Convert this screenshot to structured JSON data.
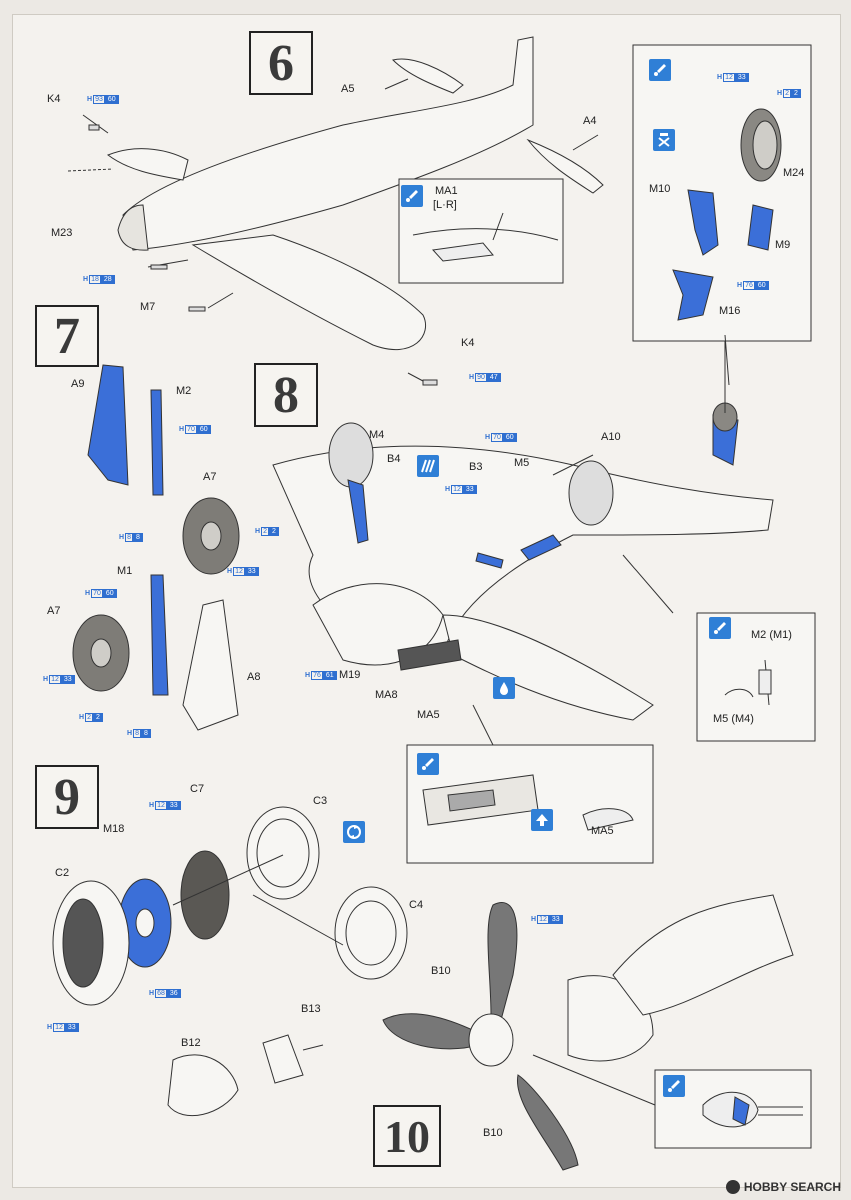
{
  "steps": {
    "s6": "6",
    "s7": "7",
    "s8": "8",
    "s9": "9",
    "s10": "10"
  },
  "parts": {
    "k4_top": "K4",
    "m23": "M23",
    "m7": "M7",
    "a5": "A5",
    "a4": "A4",
    "k4_bottom": "K4",
    "ma1": "MA1",
    "ma1_sub": "[L·R]",
    "m24": "M24",
    "m10": "M10",
    "m9": "M9",
    "m16": "M16",
    "a9": "A9",
    "m2": "M2",
    "a7_top": "A7",
    "m1": "M1",
    "a7_bottom": "A7",
    "a8": "A8",
    "m4": "M4",
    "b4": "B4",
    "b3": "B3",
    "m5": "M5",
    "a10": "A10",
    "m19": "M19",
    "ma8": "MA8",
    "ma5": "MA5",
    "ma5_inset": "MA5",
    "m2m1": "M2 (M1)",
    "m5m4": "M5 (M4)",
    "c7": "C7",
    "c3": "C3",
    "m18": "M18",
    "c2": "C2",
    "c4": "C4",
    "b10_top": "B10",
    "b13": "B13",
    "b12": "B12",
    "b10_bottom": "B10"
  },
  "paint_codes": {
    "k4_top": {
      "a": "93",
      "b": "60"
    },
    "m7": {
      "a": "18",
      "b": "28"
    },
    "k4_bottom": {
      "a": "90",
      "b": "47"
    },
    "m24_a": {
      "a": "12",
      "b": "33"
    },
    "m24_b": {
      "a": "2",
      "b": "2"
    },
    "m16": {
      "a": "76",
      "b": "60"
    },
    "m2": {
      "a": "70",
      "b": "60"
    },
    "a7_hub": {
      "a": "2",
      "b": "2"
    },
    "a7_tire": {
      "a": "12",
      "b": "33"
    },
    "a9": {
      "a": "8",
      "b": "8"
    },
    "m1": {
      "a": "70",
      "b": "60"
    },
    "a7b_tire": {
      "a": "12",
      "b": "33"
    },
    "a7b_hub": {
      "a": "2",
      "b": "2"
    },
    "m1_foot": {
      "a": "8",
      "b": "8"
    },
    "b3": {
      "a": "12",
      "b": "33"
    },
    "m5": {
      "a": "70",
      "b": "60"
    },
    "m19": {
      "a": "76",
      "b": "61"
    },
    "c7": {
      "a": "12",
      "b": "33"
    },
    "m18": {
      "a": "68",
      "b": "36"
    },
    "c2": {
      "a": "12",
      "b": "33"
    },
    "b10": {
      "a": "12",
      "b": "33"
    }
  },
  "h_prefix": "H",
  "watermark": "HOBBY SEARCH",
  "icons": [
    "paint-drop-icon",
    "do-not-glue-icon",
    "paint-drop-icon",
    "paint-drop-icon",
    "decal-icon",
    "paint-drop-icon",
    "rotate-icon",
    "paint-drop-icon",
    "up-arrow-icon"
  ],
  "colors": {
    "accent_blue": "#2f7fd6",
    "part_blue": "#3b6fd8"
  }
}
